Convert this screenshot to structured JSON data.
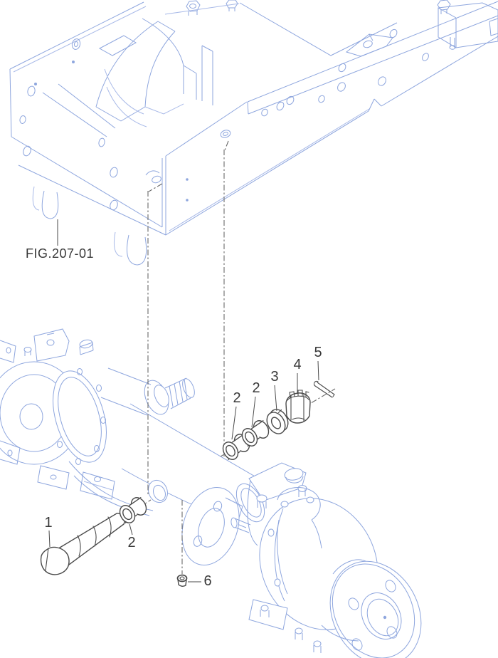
{
  "page": {
    "background": "#ffffff"
  },
  "diagram": {
    "type": "exploded-parts-diagram",
    "figure_reference": {
      "label": "FIG.207-01"
    },
    "callouts": [
      {
        "part": "1"
      },
      {
        "part": "2"
      },
      {
        "part": "2"
      },
      {
        "part": "2"
      },
      {
        "part": "3"
      },
      {
        "part": "4"
      },
      {
        "part": "5"
      },
      {
        "part": "6"
      }
    ],
    "colors": {
      "page_background": "#ffffff",
      "assembly_outline": "#8ea6de",
      "assembly_outline_soft": "#a9bae8",
      "detail_part_outline": "#4a4a4a",
      "centerline": "#6a6a6a",
      "label_text": "#383838"
    }
  }
}
